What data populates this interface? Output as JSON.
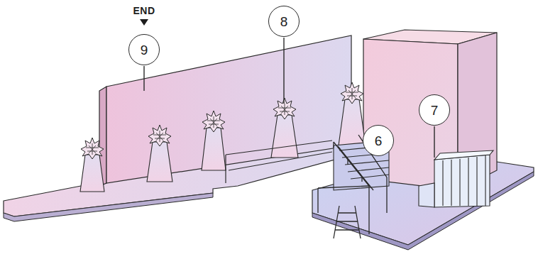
{
  "diagram": {
    "nodes": [
      {
        "text": [
          "9"
        ]
      },
      {
        "text": [
          "8"
        ]
      },
      {
        "text": [
          "7"
        ]
      },
      {
        "text": [
          "6"
        ]
      }
    ],
    "labels": [
      "END"
    ]
  }
}
